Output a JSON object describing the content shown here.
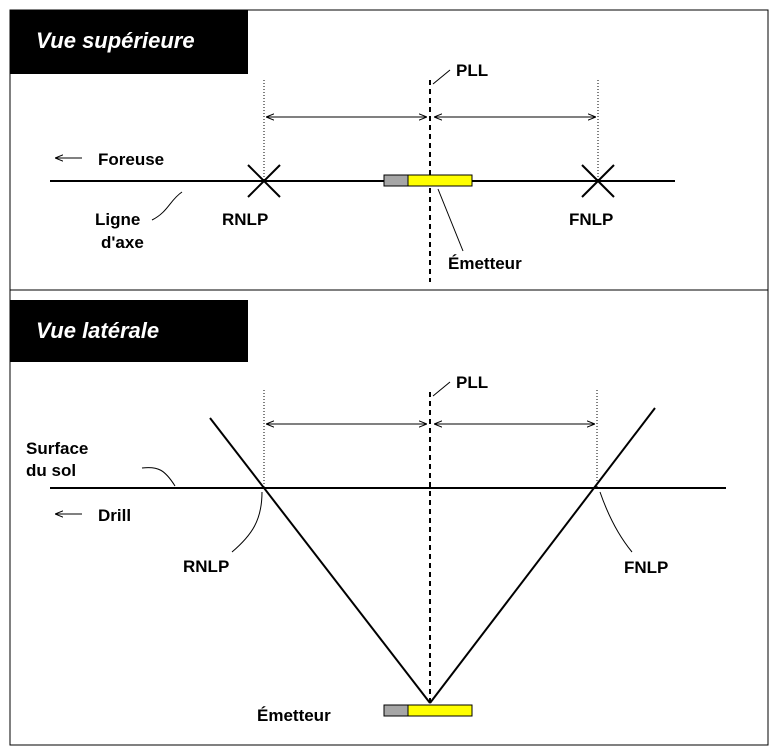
{
  "top_view": {
    "title": "Vue supérieure",
    "pll_label": "PLL",
    "drill_label": "Foreuse",
    "axis_label_line1": "Ligne",
    "axis_label_line2": "d'axe",
    "rnlp_label": "RNLP",
    "fnlp_label": "FNLP",
    "transmitter_label": "Émetteur"
  },
  "side_view": {
    "title": "Vue latérale",
    "pll_label": "PLL",
    "surface_label_line1": "Surface",
    "surface_label_line2": "du sol",
    "drill_label": "Drill",
    "rnlp_label": "RNLP",
    "fnlp_label": "FNLP",
    "transmitter_label": "Émetteur"
  },
  "colors": {
    "title_bg": "#000000",
    "transmitter_body": "#ffff00",
    "transmitter_cap": "#a6a6a6"
  }
}
